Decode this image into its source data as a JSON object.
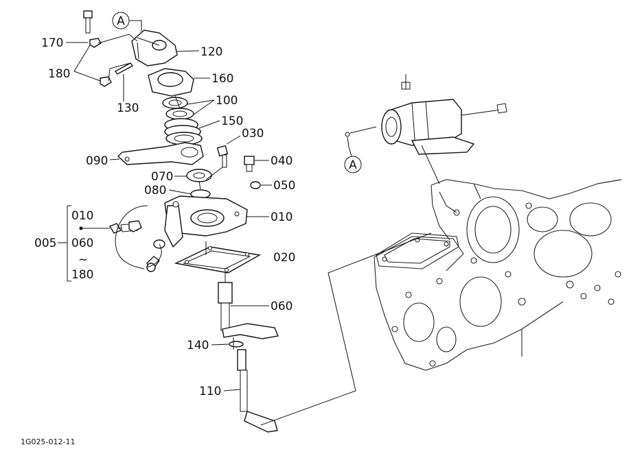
{
  "figure_code": "1G025-012-11",
  "callout_ref": "A",
  "parts": [
    {
      "number": "170"
    },
    {
      "number": "180"
    },
    {
      "number": "130"
    },
    {
      "number": "120"
    },
    {
      "number": "160"
    },
    {
      "number": "100"
    },
    {
      "number": "150"
    },
    {
      "number": "030"
    },
    {
      "number": "090"
    },
    {
      "number": "040"
    },
    {
      "number": "070"
    },
    {
      "number": "050"
    },
    {
      "number": "080"
    },
    {
      "number": "010"
    },
    {
      "number": "020"
    },
    {
      "number": "060"
    },
    {
      "number": "140"
    },
    {
      "number": "110"
    }
  ],
  "assembly_group": {
    "number": "005",
    "includes": [
      "010",
      "060",
      "~",
      "180"
    ]
  }
}
